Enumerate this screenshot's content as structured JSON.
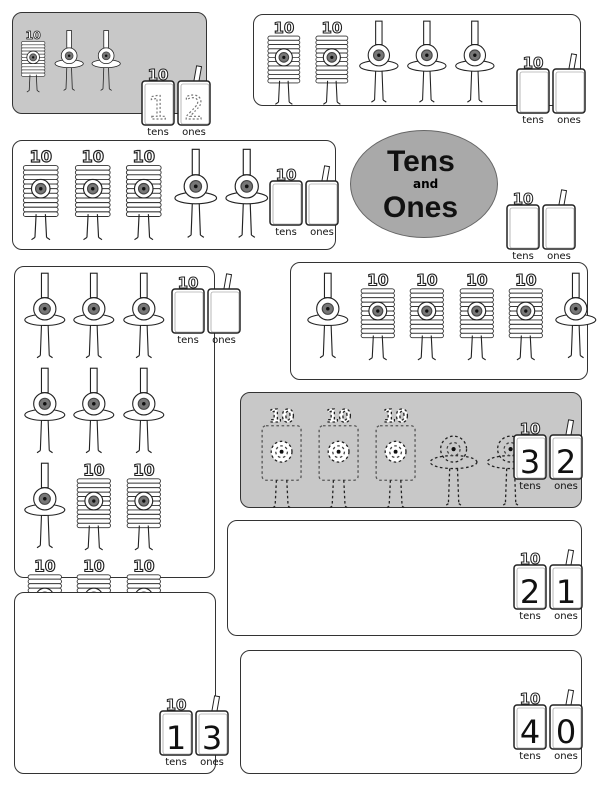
{
  "title": {
    "line1": "Tens",
    "line2": "and",
    "line3": "Ones"
  },
  "labels": {
    "tens": "tens",
    "ones": "ones"
  },
  "panels": [
    {
      "id": "p1",
      "tens": 1,
      "ones": 2,
      "shaded": true,
      "style": "solid",
      "answer": [
        "1",
        "2"
      ],
      "answer_style": "traced"
    },
    {
      "id": "p2",
      "tens": 2,
      "ones": 3,
      "shaded": false,
      "style": "solid",
      "answer": [
        "",
        ""
      ]
    },
    {
      "id": "p3",
      "tens": 3,
      "ones": 2,
      "shaded": false,
      "style": "solid",
      "answer": [
        "",
        ""
      ]
    },
    {
      "id": "p4",
      "order": [
        "one",
        "ten",
        "ten",
        "ten",
        "ten",
        "one"
      ],
      "shaded": false,
      "style": "solid",
      "answer": [
        "",
        ""
      ]
    },
    {
      "id": "p5",
      "order": [
        "one",
        "one",
        "one",
        "one",
        "one",
        "one",
        "one",
        "ten",
        "ten",
        "ten",
        "ten",
        "ten"
      ],
      "shaded": false,
      "style": "solid",
      "answer": [
        "",
        ""
      ]
    },
    {
      "id": "p6",
      "tens": 3,
      "ones": 2,
      "shaded": true,
      "style": "dotted",
      "answer": [
        "3",
        "2"
      ]
    },
    {
      "id": "p7",
      "tens": 0,
      "ones": 0,
      "shaded": false,
      "style": "solid",
      "answer": [
        "2",
        "1"
      ]
    },
    {
      "id": "p8",
      "tens": 0,
      "ones": 0,
      "shaded": false,
      "style": "solid",
      "answer": [
        "1",
        "3"
      ]
    },
    {
      "id": "p9",
      "tens": 0,
      "ones": 0,
      "shaded": false,
      "style": "solid",
      "answer": [
        "4",
        "0"
      ]
    }
  ]
}
